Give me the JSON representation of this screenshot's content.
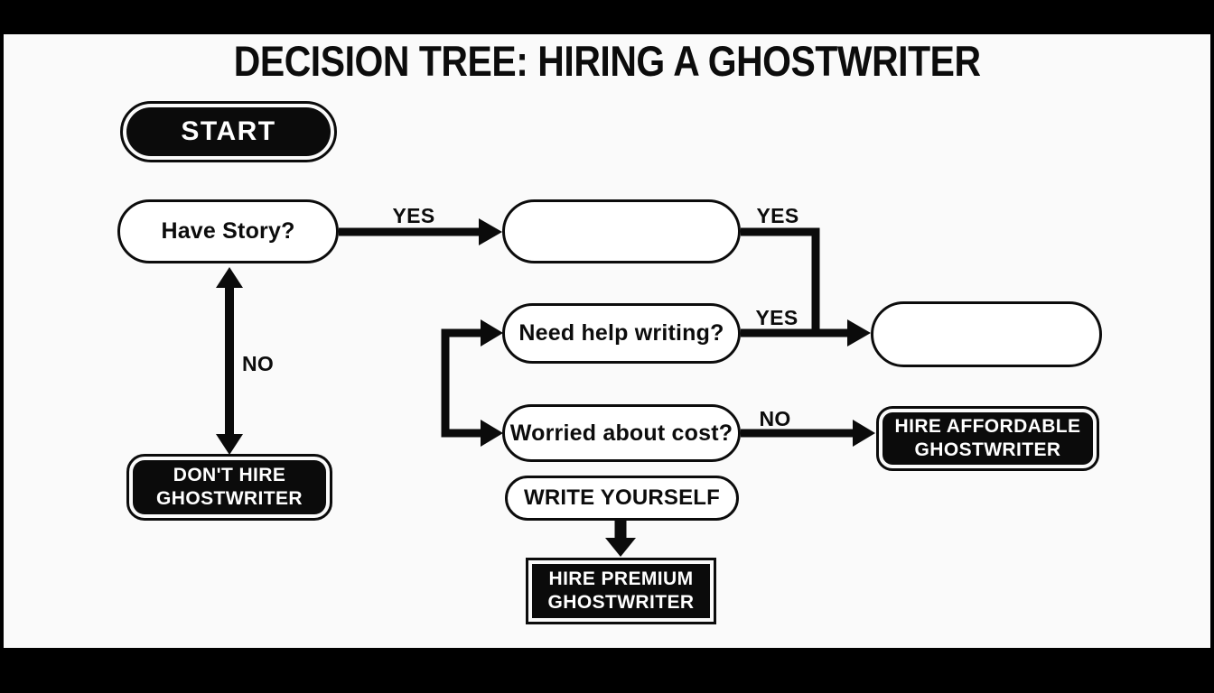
{
  "colors": {
    "frame": "#000000",
    "background": "#fafafa",
    "ink": "#0c0c0c",
    "node_dark_fill": "#0b0b0b",
    "node_light_fill": "#ffffff",
    "text_on_dark": "#ffffff"
  },
  "title": "DECISION TREE: HIRING A GHOSTWRITER",
  "nodes": {
    "start": {
      "label": "START"
    },
    "have_story": {
      "label": "Have Story?"
    },
    "decision_blank_top": {
      "label": ""
    },
    "need_help_writing": {
      "label": "Need help writing?"
    },
    "outcome_blank_right": {
      "label": ""
    },
    "worried_about_cost": {
      "label": "Worried about cost?"
    },
    "write_yourself": {
      "label": "WRITE YOURSELF"
    },
    "dont_hire": {
      "line1": "DON'T HIRE",
      "line2": "GHOSTWRITER"
    },
    "hire_affordable": {
      "line1": "HIRE AFFORDABLE",
      "line2": "GHOSTWRITER"
    },
    "hire_premium": {
      "line1": "HIRE PREMIUM",
      "line2": "GHOSTWRITER"
    }
  },
  "edge_labels": {
    "have_story_yes": "YES",
    "blank_top_yes": "YES",
    "need_help_yes": "YES",
    "have_story_no": "NO",
    "worried_cost_no": "NO"
  }
}
